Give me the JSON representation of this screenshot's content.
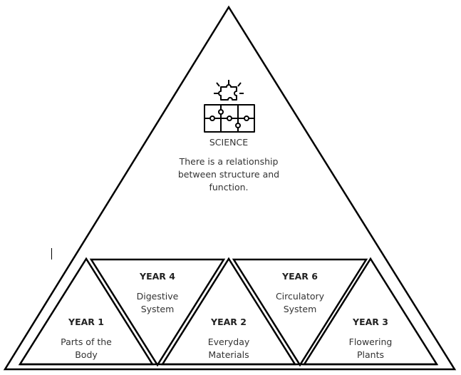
{
  "subject": {
    "icon": "puzzle-lightbulb-icon",
    "title": "SCIENCE",
    "statement": "There is a relationship between structure and function."
  },
  "years": [
    {
      "id": "year-1",
      "label": "YEAR 1",
      "topic_line1": "Parts of the",
      "topic_line2": "Body",
      "orientation": "up"
    },
    {
      "id": "year-4",
      "label": "YEAR 4",
      "topic_line1": "Digestive",
      "topic_line2": "System",
      "orientation": "down"
    },
    {
      "id": "year-2",
      "label": "YEAR 2",
      "topic_line1": "Everyday",
      "topic_line2": "Materials",
      "orientation": "up"
    },
    {
      "id": "year-6",
      "label": "YEAR 6",
      "topic_line1": "Circulatory",
      "topic_line2": "System",
      "orientation": "down"
    },
    {
      "id": "year-3",
      "label": "YEAR 3",
      "topic_line1": "Flowering",
      "topic_line2": "Plants",
      "orientation": "up"
    }
  ],
  "colors": {
    "stroke": "#000000",
    "text": "#333333",
    "background": "#ffffff"
  }
}
